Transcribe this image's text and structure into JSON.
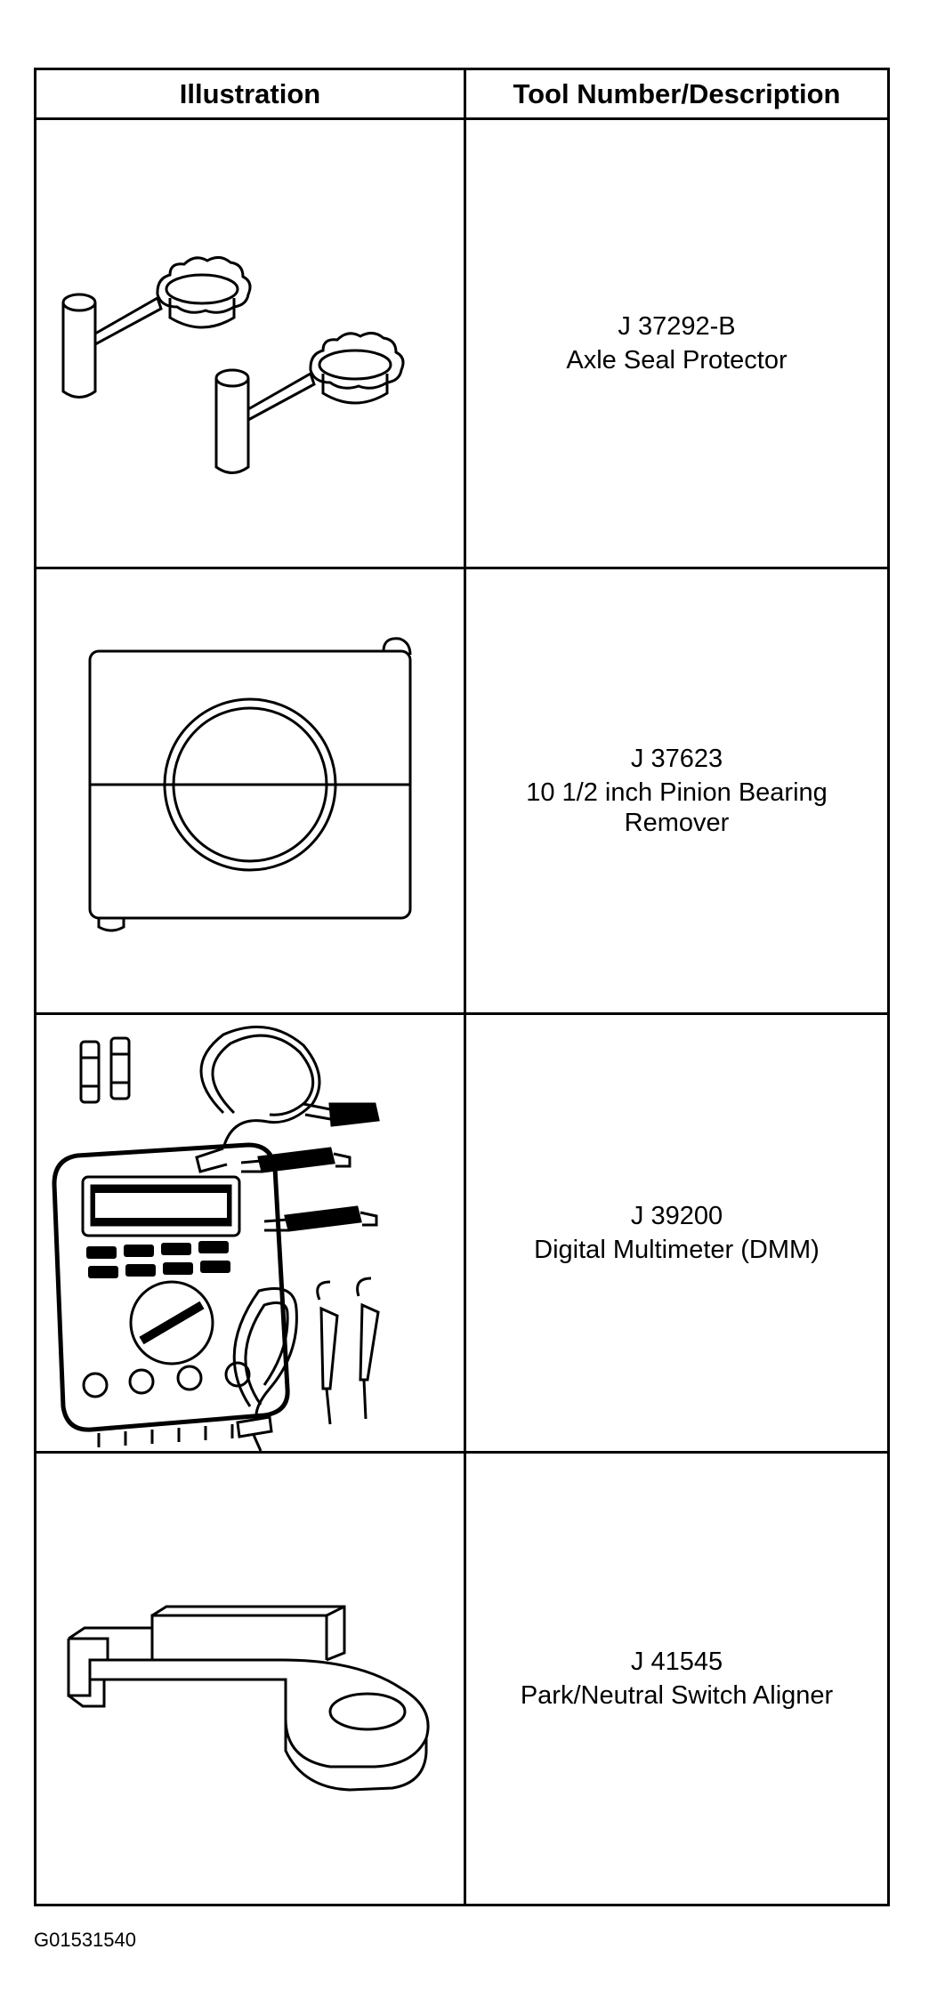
{
  "table": {
    "headers": {
      "illustration": "Illustration",
      "tool": "Tool Number/Description"
    },
    "rows": [
      {
        "tool_number": "J 37292-B",
        "description": "Axle Seal Protector",
        "icon": "axle-seal-protector-icon"
      },
      {
        "tool_number": "J 37623",
        "description": "10 1/2 inch Pinion Bearing Remover",
        "icon": "pinion-bearing-remover-icon"
      },
      {
        "tool_number": "J 39200",
        "description": "Digital Multimeter (DMM)",
        "icon": "digital-multimeter-icon"
      },
      {
        "tool_number": "J 41545",
        "description": "Park/Neutral Switch Aligner",
        "icon": "switch-aligner-icon"
      }
    ]
  },
  "figure_id": "G01531540"
}
